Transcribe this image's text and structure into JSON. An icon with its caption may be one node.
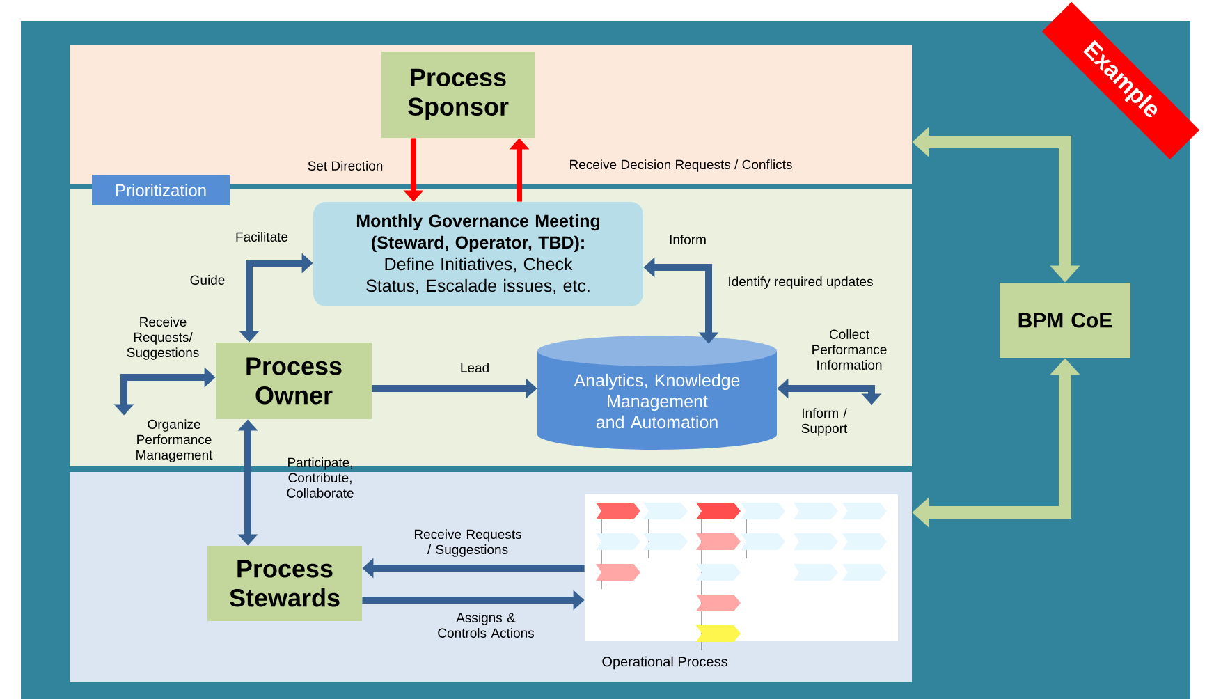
{
  "diagram": {
    "nodes": [
      {
        "text": [],
        "shape": "band"
      },
      {
        "text": [
          "Process Sponsor"
        ],
        "in": 0
      },
      {
        "text": [],
        "shape": "band"
      },
      {
        "text": [
          "Monthly Governance Meeting (Steward, Operator, TBD):",
          "Define Initiatives, Check Status, Escalade issues, etc."
        ],
        "in": 2
      },
      {
        "text": [
          "Process Owner"
        ],
        "in": 2
      },
      {
        "text": [
          "Analytics, Knowledge Management and Automation"
        ],
        "in": 2
      },
      {
        "text": [],
        "shape": "band"
      },
      {
        "text": [
          "Process Stewards"
        ],
        "in": 6
      },
      {
        "text": [],
        "shape": "picture",
        "beside": [
          "Operational Process"
        ],
        "in": 6
      },
      {
        "text": [
          "BPM CoE"
        ]
      },
      {
        "text": [
          "Organize Performance Management"
        ],
        "in": 2
      },
      {
        "text": [
          "Inform / Support"
        ],
        "in": 2
      }
    ],
    "edges": [
      {
        "from": 1,
        "to": 3,
        "arrow": "to",
        "label": "Set Direction",
        "color": "#ff0000"
      },
      {
        "from": 3,
        "to": 1,
        "arrow": "to",
        "label": "Receive Decision Requests / Conflicts",
        "color": "#ff0000"
      },
      {
        "from": 4,
        "to": 3,
        "arrow": "both",
        "label": "Facilitate"
      },
      {
        "from": 3,
        "to": 5,
        "arrow": "both",
        "label": "Inform"
      },
      {
        "from": 4,
        "to": 5,
        "arrow": "to",
        "label": "Lead"
      },
      {
        "from": 10,
        "to": 4,
        "arrow": "both",
        "label": "Receive Requests/ Suggestions"
      },
      {
        "from": 11,
        "to": 5,
        "arrow": "both",
        "label": "Collect Performance Information"
      },
      {
        "from": 4,
        "to": 7,
        "arrow": "both",
        "label": "Participate, Contribute, Collaborate"
      },
      {
        "from": 8,
        "to": 7,
        "arrow": "to",
        "label": "Receive Requests / Suggestions"
      },
      {
        "from": 7,
        "to": 8,
        "arrow": "to",
        "label": "Assigns & Controls Actions"
      },
      {
        "from": 9,
        "to": 0,
        "arrow": "both",
        "style": "thick",
        "color": "#c3d69b"
      },
      {
        "from": 9,
        "to": 6,
        "arrow": "both",
        "style": "thick",
        "color": "#c3d69b"
      }
    ],
    "labels": [
      "Example",
      "Prioritization",
      "Guide",
      "Identify required updates"
    ]
  }
}
